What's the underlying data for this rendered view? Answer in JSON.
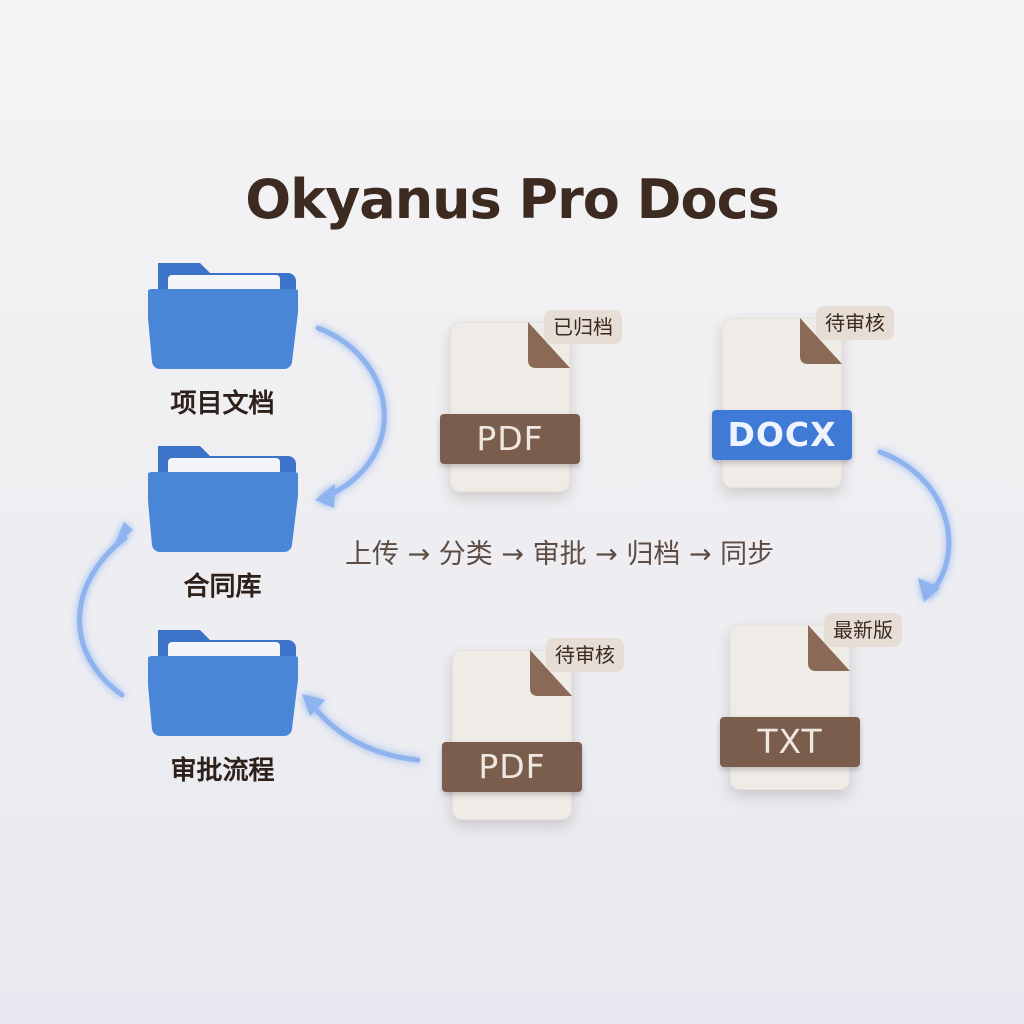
{
  "title": "Okyanus Pro Docs",
  "folders": [
    {
      "label": "项目文档",
      "icon": "folder-icon"
    },
    {
      "label": "合同库",
      "icon": "folder-icon"
    },
    {
      "label": "审批流程",
      "icon": "folder-icon"
    }
  ],
  "workflow": "上传 → 分类 → 审批 → 归档 → 同步",
  "files": [
    {
      "ext": "PDF",
      "status": "已归档"
    },
    {
      "ext": "DOCX",
      "status": "待审核"
    },
    {
      "ext": "PDF",
      "status": "待审核"
    },
    {
      "ext": "TXT",
      "status": "最新版"
    }
  ],
  "colors": {
    "folder": "#4a86d8",
    "file_band": "#7a5d4c",
    "docx_band": "#3f7bd6",
    "arrow": "#8fb3ee",
    "title": "#3d2a20"
  }
}
